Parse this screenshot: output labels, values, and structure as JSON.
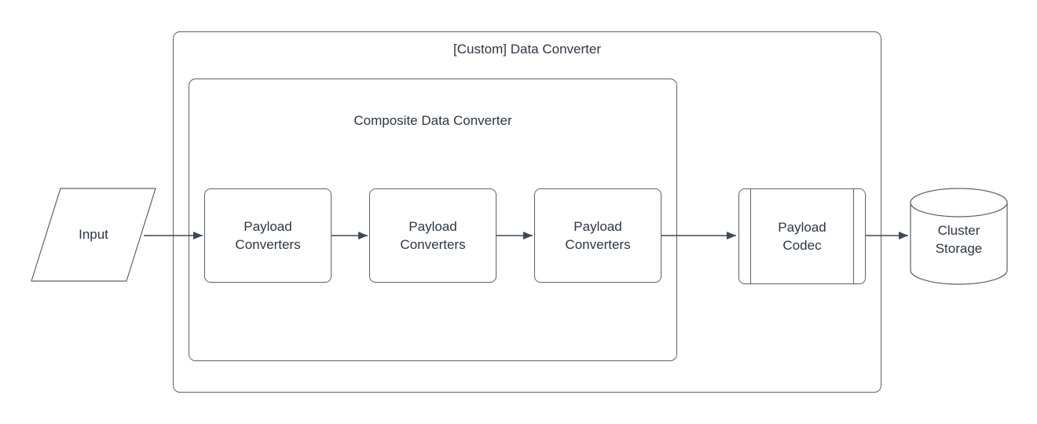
{
  "diagram": {
    "type": "flowchart",
    "background": "#ffffff",
    "groups": {
      "custom": {
        "title": "[Custom] Data Converter"
      },
      "composite": {
        "title": "Composite Data Converter"
      }
    },
    "nodes": {
      "input": {
        "label": "Input",
        "shape": "parallelogram"
      },
      "converter1": {
        "label": "Payload Converters",
        "shape": "rounded-rectangle"
      },
      "converter2": {
        "label": "Payload Converters",
        "shape": "rounded-rectangle"
      },
      "converter3": {
        "label": "Payload Converters",
        "shape": "rounded-rectangle"
      },
      "codec": {
        "label": "Payload Codec",
        "shape": "predefined-process"
      },
      "storage": {
        "label": "Cluster Storage",
        "shape": "cylinder"
      }
    },
    "edges": [
      {
        "from": "Input",
        "to": "Payload Converters (1)"
      },
      {
        "from": "Payload Converters (1)",
        "to": "Payload Converters (2)"
      },
      {
        "from": "Payload Converters (2)",
        "to": "Payload Converters (3)"
      },
      {
        "from": "Payload Converters (3)",
        "to": "Payload Codec"
      },
      {
        "from": "Payload Codec",
        "to": "Cluster Storage"
      }
    ],
    "colors": {
      "shape_stroke": "#59626e",
      "connector": "#3e4857",
      "text": "#2d3645"
    }
  }
}
